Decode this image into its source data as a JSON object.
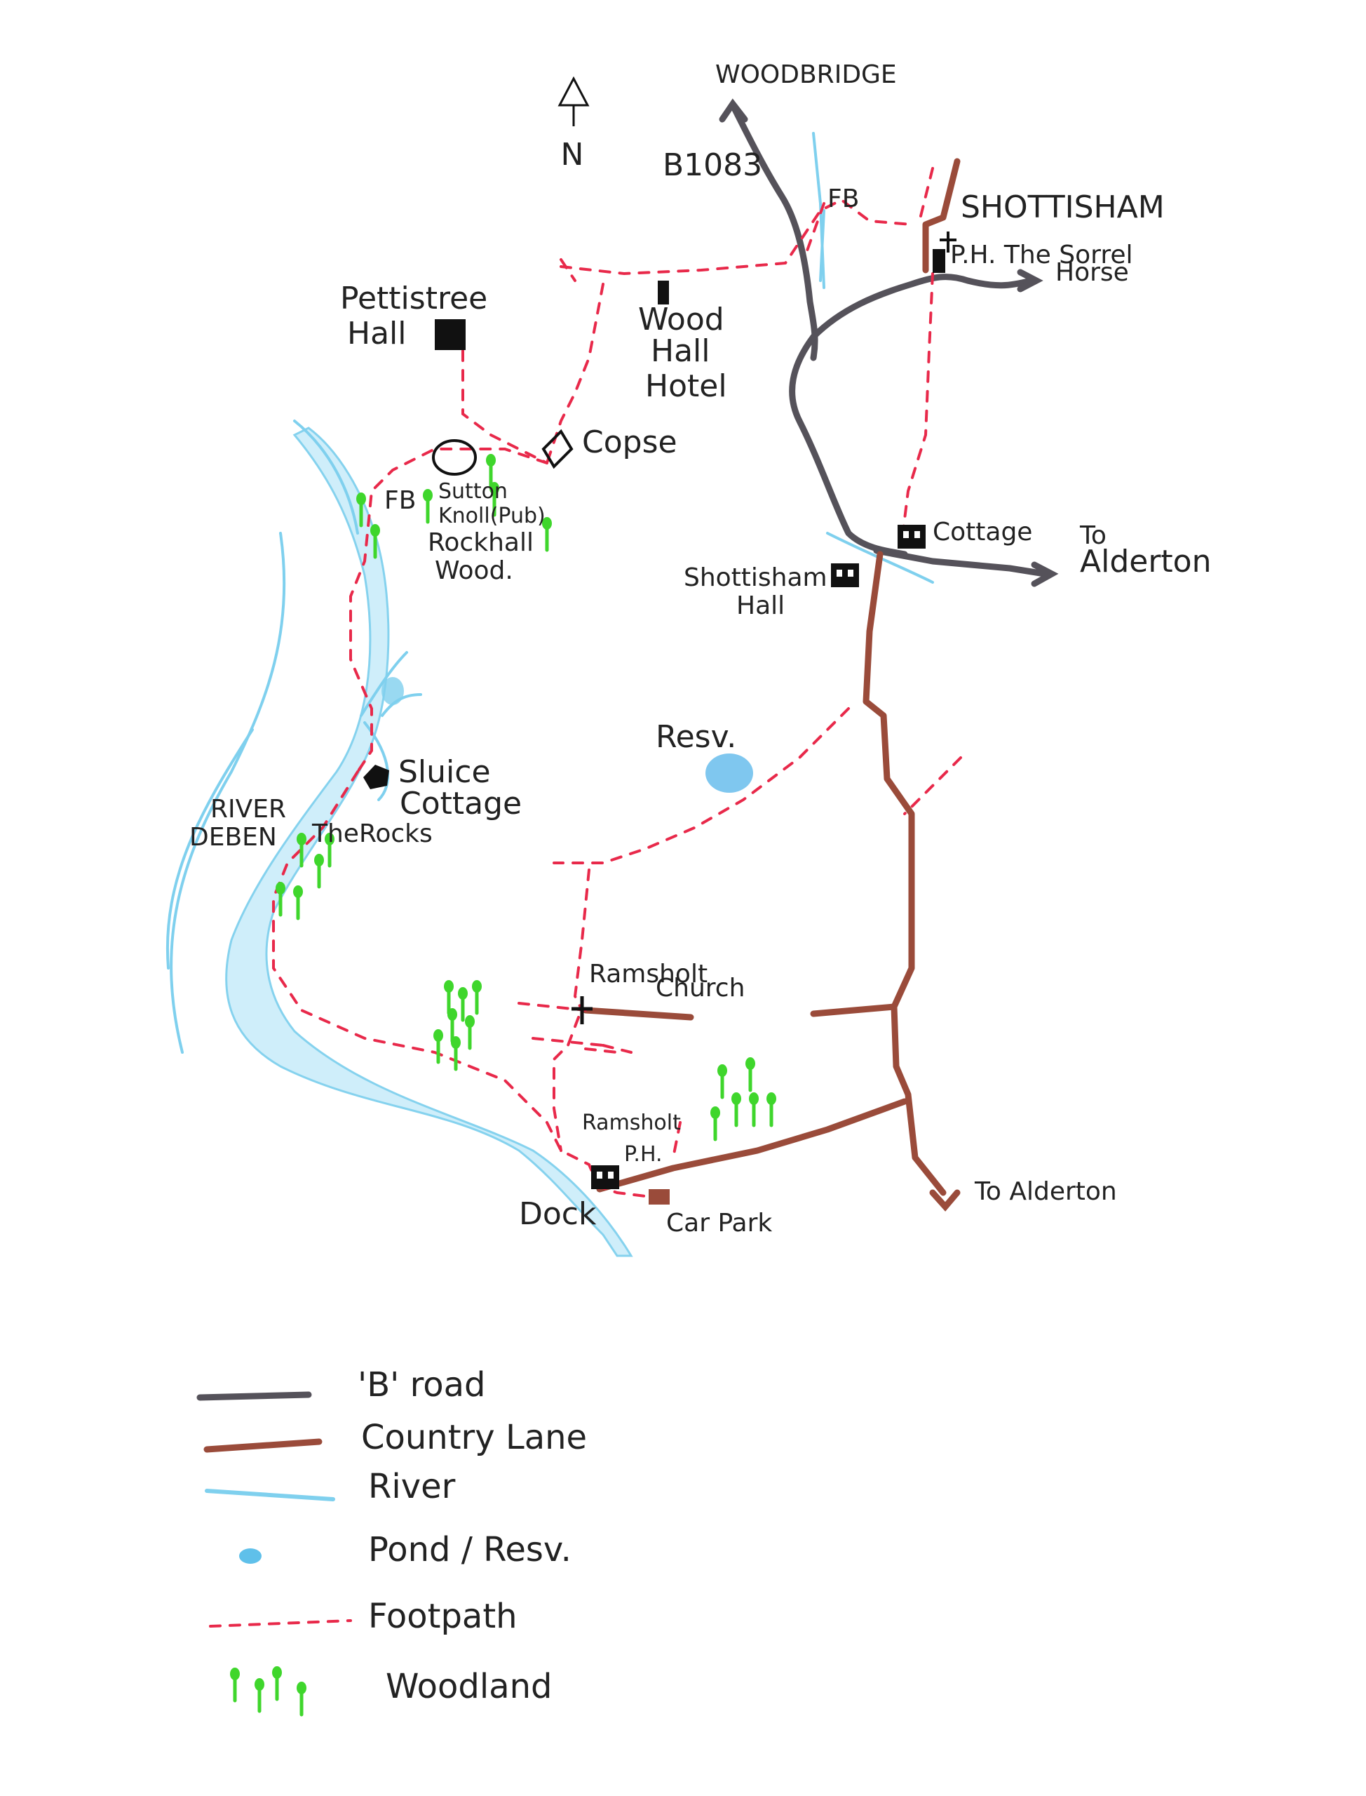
{
  "map": {
    "north": "N",
    "places": {
      "woodbridge": "WOODBRIDGE",
      "b1083": "B1083",
      "fb_north": "FB",
      "shottisham": "SHOTTISHAM",
      "ph_sorrel": "P.H. The Sorrel",
      "ph_sorrel_2": "Horse",
      "pettistree_1": "Pettistree",
      "pettistree_2": "Hall",
      "woodhall_1": "Wood",
      "woodhall_2": "Hall",
      "woodhall_3": "Hotel",
      "copse": "Copse",
      "fb_west": "FB",
      "sutton_1": "Sutton",
      "sutton_2": "Knoll(Pub)",
      "rockhall_1": "Rockhall",
      "rockhall_2": "Wood.",
      "cottage": "Cottage",
      "to_alderton_1": "To",
      "to_alderton_2": "Alderton",
      "shottisham_hall_1": "Shottisham",
      "shottisham_hall_2": "Hall",
      "resv": "Resv.",
      "sluice_1": "Sluice",
      "sluice_2": "Cottage",
      "river_1": "RIVER",
      "river_2": "DEBEN",
      "the_rocks": "TheRocks",
      "ramsholt_church_1": "Ramsholt",
      "ramsholt_church_2": "Church",
      "ramsholt_ph_1": "Ramsholt",
      "ramsholt_ph_2": "P.H.",
      "dock": "Dock",
      "car_park": "Car Park",
      "to_alderton_south": "To Alderton"
    }
  },
  "legend": {
    "items": [
      {
        "key": "b_road",
        "label": "'B' road",
        "color": "#55525a"
      },
      {
        "key": "country_lane",
        "label": "Country Lane",
        "color": "#9a4b3a"
      },
      {
        "key": "river",
        "label": "River",
        "color": "#7fd0ee"
      },
      {
        "key": "pond",
        "label": "Pond / Resv.",
        "color": "#5fc0ea"
      },
      {
        "key": "footpath",
        "label": "Footpath",
        "color": "#e8294a"
      },
      {
        "key": "woodland",
        "label": "Woodland",
        "color": "#3fd62c"
      }
    ]
  }
}
